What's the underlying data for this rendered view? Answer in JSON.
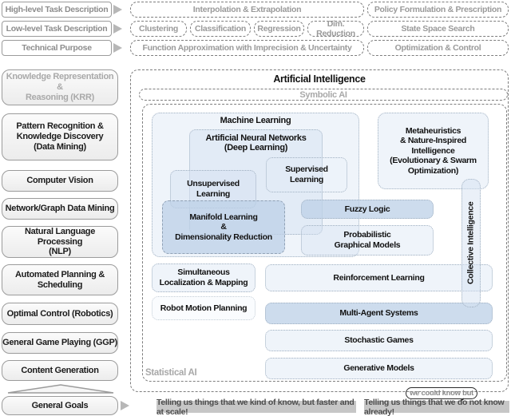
{
  "left_rows": {
    "high": "High-level Task Description",
    "low": "Low-level Task Description",
    "tech": "Technical Purpose"
  },
  "top_rows": {
    "interpolation": "Interpolation & Extrapolation",
    "policy": "Policy Formulation & Prescription",
    "clustering": "Clustering",
    "classification": "Classification",
    "regression": "Regression",
    "dim_reduction": "Dim. Reduction",
    "state_space": "State Space Search",
    "function_approx": "Function Approximation with Imprecision & Uncertainty",
    "optimization": "Optimization & Control"
  },
  "sidebar": {
    "krr": "Knowledge Representation &\nReasoning (KRR)",
    "pattern": "Pattern Recognition &\nKnowledge Discovery\n(Data Mining)",
    "cv": "Computer Vision",
    "graph": "Network/Graph Data Mining",
    "nlp": "Natural Language Processing\n(NLP)",
    "planning": "Automated Planning &\nScheduling",
    "control": "Optimal Control (Robotics)",
    "ggp": "General Game Playing (GGP)",
    "content": "Content Generation",
    "goals": "General Goals"
  },
  "diagram": {
    "title": "Artificial Intelligence",
    "symbolic": "Symbolic AI",
    "statistical": "Statistical AI",
    "ml": "Machine Learning",
    "ann": "Artificial Neural Networks\n(Deep Learning)",
    "unsupervised": "Unsupervised\nLearning",
    "supervised": "Supervised\nLearning",
    "manifold": "Manifold Learning\n&\nDimensionality Reduction",
    "metaheuristics": "Metaheuristics\n& Nature-Inspired\nIntelligence\n(Evolutionary & Swarm\nOptimization)",
    "fuzzy": "Fuzzy Logic",
    "pgm": "Probabilistic\nGraphical Models",
    "slam": "Simultaneous\nLocalization & Mapping",
    "rmp": "Robot Motion Planning",
    "rl": "Reinforcement Learning",
    "mas": "Multi-Agent Systems",
    "stochastic": "Stochastic Games",
    "generative": "Generative Models",
    "collective": "Collective Intelligence"
  },
  "annotations": {
    "bubble": "we could know but",
    "caption_left": "Telling us things that we kind of know, but faster and at scale!",
    "caption_right": "Telling us things that we do not know already!"
  },
  "colors": {
    "box_fill_light": "#e7eef7",
    "box_fill_dark": "#cddcee",
    "border_gray": "#9b9b9b",
    "text_gray": "#9a9a9a",
    "caption_bg": "#c6c6c6"
  }
}
